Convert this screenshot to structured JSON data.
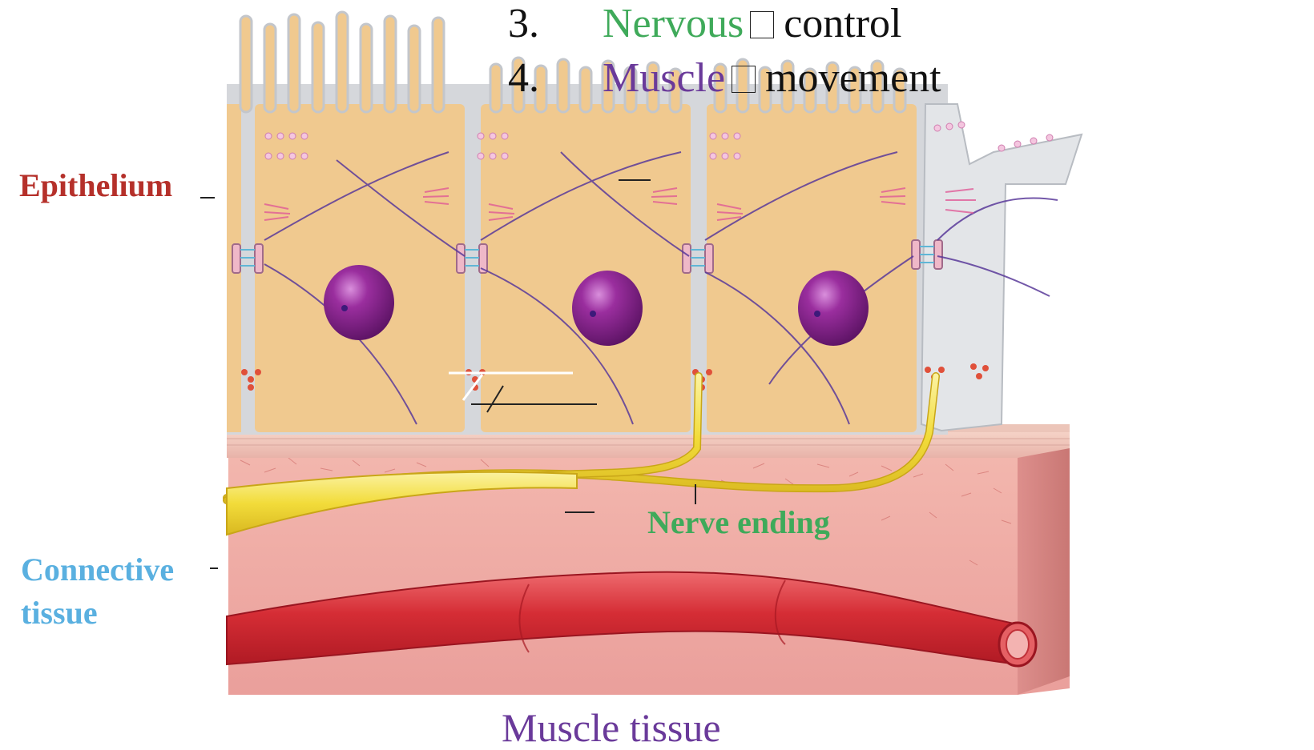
{
  "list": {
    "item3": {
      "number": "3.",
      "tissue": "Nervous",
      "function": "control"
    },
    "item4": {
      "number": "4.",
      "tissue": "Muscle",
      "function": "movement"
    }
  },
  "labels": {
    "epithelium": "Epithelium",
    "connective_line1": "Connective",
    "connective_line2": "tissue",
    "nerve_ending": "Nerve ending",
    "muscle_tissue": "Muscle tissue"
  },
  "colors": {
    "nervous": "#3faa5a",
    "muscle": "#6a3a9a",
    "epithelium": "#b5302a",
    "connective": "#5ab0e0",
    "nerve_ending": "#3faa5a",
    "cell_cytoplasm": "#f0c98f",
    "nucleus": "#8a2a8e",
    "nerve_fiber": "#f2e05a",
    "blood_vessel": "#d8343c",
    "connective_matrix": "#eea7a2"
  }
}
